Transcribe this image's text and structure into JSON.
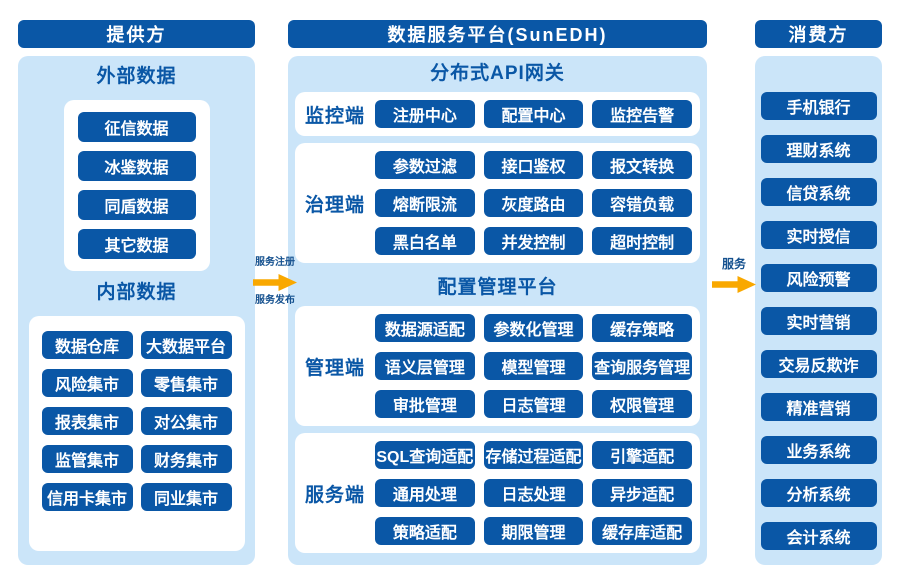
{
  "colors": {
    "primary_blue": "#0a57a6",
    "panel_light_blue": "#cbe5f9",
    "arrow_orange": "#f9a800",
    "text_white": "#ffffff"
  },
  "providers": {
    "title": "提供方",
    "external": {
      "heading": "外部数据",
      "items": [
        "征信数据",
        "冰鉴数据",
        "同盾数据",
        "其它数据"
      ]
    },
    "internal": {
      "heading": "内部数据",
      "items": [
        "数据仓库",
        "大数据平台",
        "风险集市",
        "零售集市",
        "报表集市",
        "对公集市",
        "监管集市",
        "财务集市",
        "信用卡集市",
        "同业集市"
      ]
    }
  },
  "platform": {
    "title": "数据服务平台(SunEDH)",
    "sections": [
      {
        "heading": "分布式API网关",
        "groups": [
          {
            "label": "监控端",
            "items": [
              "注册中心",
              "配置中心",
              "监控告警"
            ]
          },
          {
            "label": "治理端",
            "items": [
              "参数过滤",
              "接口鉴权",
              "报文转换",
              "熔断限流",
              "灰度路由",
              "容错负载",
              "黑白名单",
              "并发控制",
              "超时控制"
            ]
          }
        ]
      },
      {
        "heading": "配置管理平台",
        "groups": [
          {
            "label": "管理端",
            "items": [
              "数据源适配",
              "参数化管理",
              "缓存策略",
              "语义层管理",
              "模型管理",
              "查询服务管理",
              "审批管理",
              "日志管理",
              "权限管理"
            ]
          },
          {
            "label": "服务端",
            "items": [
              "SQL查询适配",
              "存储过程适配",
              "引擎适配",
              "通用处理",
              "日志处理",
              "异步适配",
              "策略适配",
              "期限管理",
              "缓存库适配"
            ]
          }
        ]
      }
    ]
  },
  "consumers": {
    "title": "消费方",
    "items": [
      "手机银行",
      "理财系统",
      "信贷系统",
      "实时授信",
      "风险预警",
      "实时营销",
      "交易反欺诈",
      "精准营销",
      "业务系统",
      "分析系统",
      "会计系统"
    ]
  },
  "arrows": {
    "left": {
      "top_label": "服务注册",
      "bottom_label": "服务发布"
    },
    "right": {
      "label": "服务"
    }
  }
}
